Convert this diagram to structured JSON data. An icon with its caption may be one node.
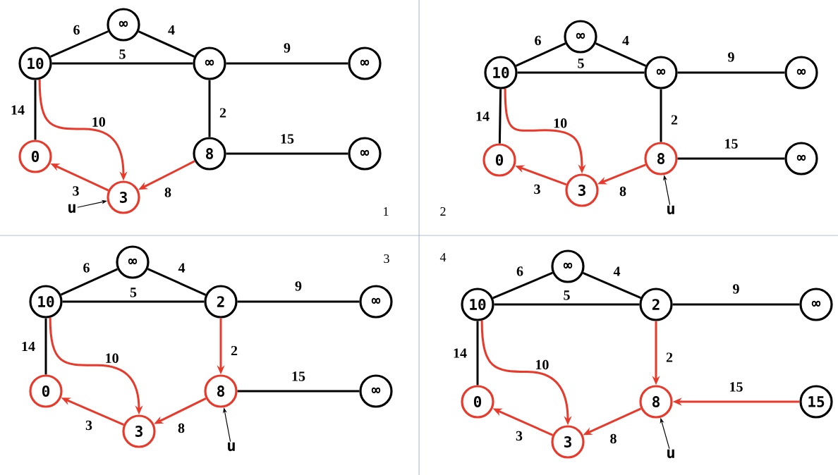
{
  "diagram": {
    "nodes": [
      {
        "text": [
          "∞"
        ]
      },
      {
        "text": [
          "10"
        ]
      },
      {
        "text": [
          "∞"
        ]
      },
      {
        "text": [
          "∞"
        ]
      },
      {
        "text": [
          "0"
        ]
      },
      {
        "text": [
          "8"
        ]
      },
      {
        "text": [
          "∞"
        ]
      },
      {
        "text": [
          "3"
        ]
      },
      {
        "text": [
          "u"
        ]
      },
      {
        "text": [
          "∞"
        ]
      },
      {
        "text": [
          "10"
        ]
      },
      {
        "text": [
          "∞"
        ]
      },
      {
        "text": [
          "∞"
        ]
      },
      {
        "text": [
          "0"
        ]
      },
      {
        "text": [
          "8"
        ]
      },
      {
        "text": [
          "∞"
        ]
      },
      {
        "text": [
          "3"
        ]
      },
      {
        "text": [
          "u"
        ]
      },
      {
        "text": [
          "∞"
        ]
      },
      {
        "text": [
          "10"
        ]
      },
      {
        "text": [
          "2"
        ]
      },
      {
        "text": [
          "∞"
        ]
      },
      {
        "text": [
          "0"
        ]
      },
      {
        "text": [
          "8"
        ]
      },
      {
        "text": [
          "∞"
        ]
      },
      {
        "text": [
          "3"
        ]
      },
      {
        "text": [
          "u"
        ]
      },
      {
        "text": [
          "∞"
        ]
      },
      {
        "text": [
          "10"
        ]
      },
      {
        "text": [
          "2"
        ]
      },
      {
        "text": [
          "∞"
        ]
      },
      {
        "text": [
          "0"
        ]
      },
      {
        "text": [
          "8"
        ]
      },
      {
        "text": [
          "15"
        ]
      },
      {
        "text": [
          "3"
        ]
      },
      {
        "text": [
          "u"
        ]
      }
    ],
    "edges": [
      {
        "from": 1,
        "to": 0,
        "arrow": "none",
        "label": "6"
      },
      {
        "from": 0,
        "to": 2,
        "arrow": "none",
        "label": "4"
      },
      {
        "from": 1,
        "to": 2,
        "arrow": "none",
        "label": "5"
      },
      {
        "from": 2,
        "to": 3,
        "arrow": "none",
        "label": "9"
      },
      {
        "from": 1,
        "to": 4,
        "arrow": "none",
        "label": "14"
      },
      {
        "from": 1,
        "to": 7,
        "arrow": "to",
        "label": "10",
        "color": "#e8392b"
      },
      {
        "from": 2,
        "to": 5,
        "arrow": "none",
        "label": "2"
      },
      {
        "from": 5,
        "to": 6,
        "arrow": "none",
        "label": "15"
      },
      {
        "from": 7,
        "to": 4,
        "arrow": "to",
        "label": "3",
        "color": "#e8392b"
      },
      {
        "from": 5,
        "to": 7,
        "arrow": "to",
        "label": "8",
        "color": "#e8392b"
      },
      {
        "from": 8,
        "to": 7,
        "arrow": "to"
      },
      {
        "from": 10,
        "to": 9,
        "arrow": "none",
        "label": "6"
      },
      {
        "from": 9,
        "to": 11,
        "arrow": "none",
        "label": "4"
      },
      {
        "from": 10,
        "to": 11,
        "arrow": "none",
        "label": "5"
      },
      {
        "from": 11,
        "to": 12,
        "arrow": "none",
        "label": "9"
      },
      {
        "from": 10,
        "to": 13,
        "arrow": "none",
        "label": "14"
      },
      {
        "from": 10,
        "to": 16,
        "arrow": "to",
        "label": "10",
        "color": "#e8392b"
      },
      {
        "from": 11,
        "to": 14,
        "arrow": "none",
        "label": "2"
      },
      {
        "from": 14,
        "to": 15,
        "arrow": "none",
        "label": "15"
      },
      {
        "from": 16,
        "to": 13,
        "arrow": "to",
        "label": "3",
        "color": "#e8392b"
      },
      {
        "from": 14,
        "to": 16,
        "arrow": "to",
        "label": "8",
        "color": "#e8392b"
      },
      {
        "from": 17,
        "to": 14,
        "arrow": "to"
      },
      {
        "from": 19,
        "to": 18,
        "arrow": "none",
        "label": "6"
      },
      {
        "from": 18,
        "to": 20,
        "arrow": "none",
        "label": "4"
      },
      {
        "from": 19,
        "to": 20,
        "arrow": "none",
        "label": "5"
      },
      {
        "from": 20,
        "to": 21,
        "arrow": "none",
        "label": "9"
      },
      {
        "from": 19,
        "to": 22,
        "arrow": "none",
        "label": "14"
      },
      {
        "from": 19,
        "to": 25,
        "arrow": "to",
        "label": "10",
        "color": "#e8392b"
      },
      {
        "from": 20,
        "to": 23,
        "arrow": "to",
        "label": "2",
        "color": "#e8392b"
      },
      {
        "from": 23,
        "to": 24,
        "arrow": "none",
        "label": "15"
      },
      {
        "from": 25,
        "to": 22,
        "arrow": "to",
        "label": "3",
        "color": "#e8392b"
      },
      {
        "from": 23,
        "to": 25,
        "arrow": "to",
        "label": "8",
        "color": "#e8392b"
      },
      {
        "from": 26,
        "to": 23,
        "arrow": "to"
      },
      {
        "from": 28,
        "to": 27,
        "arrow": "none",
        "label": "6"
      },
      {
        "from": 27,
        "to": 29,
        "arrow": "none",
        "label": "4"
      },
      {
        "from": 28,
        "to": 29,
        "arrow": "none",
        "label": "5"
      },
      {
        "from": 29,
        "to": 30,
        "arrow": "none",
        "label": "9"
      },
      {
        "from": 28,
        "to": 31,
        "arrow": "none",
        "label": "14"
      },
      {
        "from": 28,
        "to": 34,
        "arrow": "to",
        "label": "10",
        "color": "#e8392b"
      },
      {
        "from": 29,
        "to": 32,
        "arrow": "to",
        "label": "2",
        "color": "#e8392b"
      },
      {
        "from": 33,
        "to": 32,
        "arrow": "to",
        "label": "15",
        "color": "#e8392b"
      },
      {
        "from": 34,
        "to": 31,
        "arrow": "to",
        "label": "3",
        "color": "#e8392b"
      },
      {
        "from": 32,
        "to": 34,
        "arrow": "to",
        "label": "8",
        "color": "#e8392b"
      },
      {
        "from": 35,
        "to": 32,
        "arrow": "to"
      }
    ],
    "labels": [
      "1",
      "2",
      "3",
      "4"
    ]
  }
}
